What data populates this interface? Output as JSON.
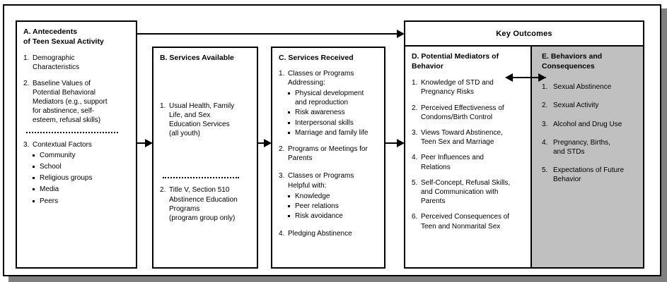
{
  "diagram": {
    "boxes": {
      "a": {
        "title": "A.  Antecedents\nof Teen Sexual Activity",
        "items": [
          {
            "num": "1.",
            "text": "Demographic\nCharacteristics"
          },
          {
            "num": "2.",
            "text": "Baseline Values of\nPotential Behavioral\nMediators (e.g., support\nfor abstinence, self-\nesteem, refusal skills)"
          },
          {
            "num": "3.",
            "text": "Contextual Factors"
          }
        ],
        "bullets": [
          "Community",
          "School",
          "Religious groups",
          "Media",
          "Peers"
        ]
      },
      "b": {
        "title": "B. Services Available",
        "item1": {
          "num": "1.",
          "text": "Usual Health, Family\nLife, and Sex\nEducation Services\n (all youth)"
        },
        "item2": {
          "num": "2.",
          "text": "Title V, Section 510\nAbstinence Education\nPrograms\n(program group only)"
        }
      },
      "c": {
        "title": "C. Services Received",
        "item1": {
          "num": "1.",
          "text": "Classes or Programs\nAddressing:"
        },
        "item1_bullets": [
          "Physical development\n  and reproduction",
          "Risk awareness",
          "Interpersonal skills",
          "Marriage and family life"
        ],
        "item2": {
          "num": "2.",
          "text": "Programs or Meetings for\nParents"
        },
        "item3": {
          "num": "3.",
          "text": "Classes or Programs\nHelpful with:"
        },
        "item3_bullets": [
          "Knowledge",
          "Peer relations",
          "Risk avoidance"
        ],
        "item4": {
          "num": "4.",
          "text": "Pledging Abstinence"
        }
      },
      "key_outcomes_header": "Key Outcomes",
      "d": {
        "title": "D. Potential Mediators of\n      Behavior",
        "items": [
          {
            "num": "1.",
            "text": "Knowledge of STD and\nPregnancy Risks"
          },
          {
            "num": "2.",
            "text": "Perceived Effectiveness of\nCondoms/Birth Control"
          },
          {
            "num": "3.",
            "text": "Views Toward Abstinence,\nTeen Sex and Marriage"
          },
          {
            "num": "4.",
            "text": "Peer Influences and\nRelations"
          },
          {
            "num": "5.",
            "text": "Self-Concept, Refusal Skills,\nand Communication with\nParents"
          },
          {
            "num": "6.",
            "text": "Perceived Consequences of\nTeen and Nonmarital Sex"
          }
        ]
      },
      "e": {
        "title": "E.  Behaviors and\n     Consequences",
        "items": [
          {
            "num": "1.",
            "text": "Sexual Abstinence"
          },
          {
            "num": "2.",
            "text": "Sexual Activity"
          },
          {
            "num": "3.",
            "text": "Alcohol and Drug Use"
          },
          {
            "num": "4.",
            "text": "Pregnancy, Births,\nand STDs"
          },
          {
            "num": "5.",
            "text": "Expectations of Future\nBehavior"
          }
        ]
      }
    },
    "colors": {
      "border": "#000000",
      "shaded_panel": "#c0c0c0",
      "shadow": "#7f7f7f",
      "background": "#ffffff"
    }
  }
}
